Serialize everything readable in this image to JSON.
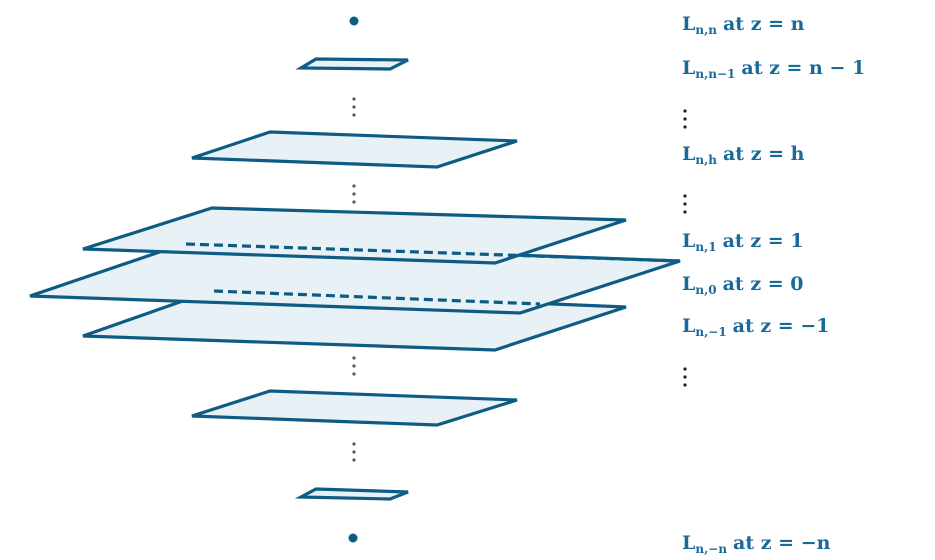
{
  "labels": [
    {
      "name": "label-top",
      "base": "L",
      "sub": "n,n",
      "rel": "at z = n"
    },
    {
      "name": "label-n-minus-1",
      "base": "L",
      "sub": "n,n−1",
      "rel": "at z = n − 1"
    },
    {
      "name": "label-h",
      "base": "L",
      "sub": "n,h",
      "rel": "at z = h"
    },
    {
      "name": "label-1",
      "base": "L",
      "sub": "n,1",
      "rel": "at z = 1"
    },
    {
      "name": "label-0",
      "base": "L",
      "sub": "n,0",
      "rel": "at z = 0"
    },
    {
      "name": "label-minus-1",
      "base": "L",
      "sub": "n,−1",
      "rel": "at z = −1"
    },
    {
      "name": "label-bottom",
      "base": "L",
      "sub": "n,−n",
      "rel": "at z = −n"
    }
  ],
  "colors": {
    "stroke": "#0e5b84",
    "fill": "#e8f1f6",
    "text": "#1a6a99"
  }
}
